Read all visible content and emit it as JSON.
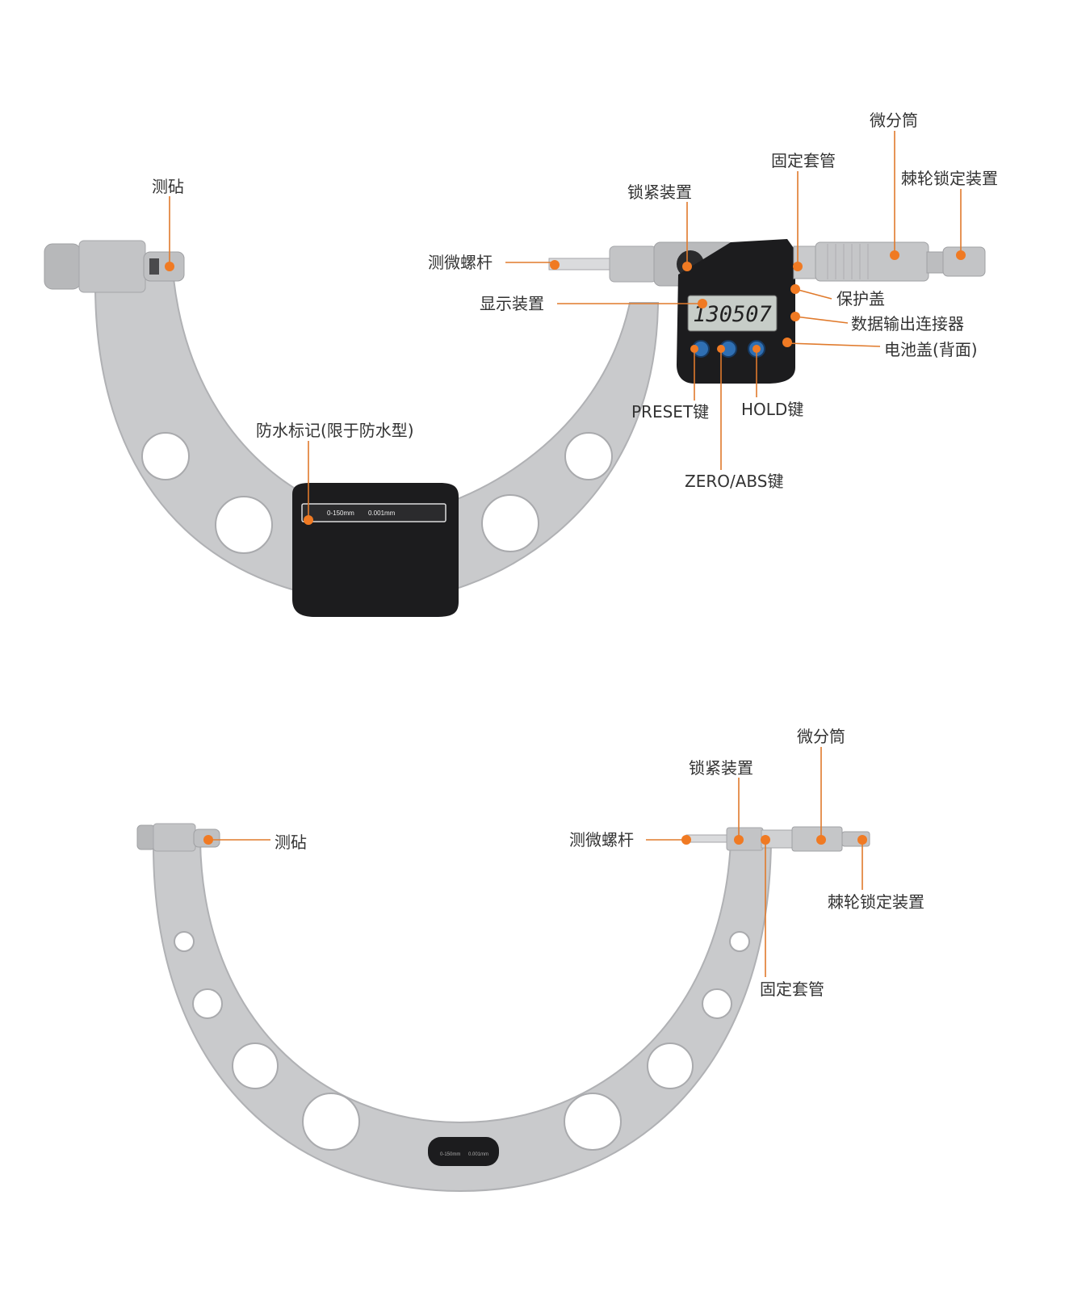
{
  "colors": {
    "leader": "#e07a2c",
    "dot": "#f07a23",
    "frame": "#c9cacc",
    "frame_edge": "#b0b1b4",
    "metal": "#bdbec0",
    "black": "#1c1c1e",
    "button": "#2f6fb3",
    "lcd": "#c7cdc8"
  },
  "top": {
    "display_reading": "130507",
    "plate_range": "0-150mm",
    "plate_resolution": "0.001mm",
    "labels": {
      "anvil": "测砧",
      "spindle": "测微螺杆",
      "lock": "锁紧装置",
      "sleeve": "固定套管",
      "thimble": "微分筒",
      "ratchet": "棘轮锁定装置",
      "display": "显示装置",
      "cover": "保护盖",
      "data_port": "数据输出连接器",
      "battery": "电池盖(背面)",
      "preset": "PRESET键",
      "hold": "HOLD键",
      "zero_abs": "ZERO/ABS键",
      "waterproof": "防水标记(限于防水型)"
    }
  },
  "bottom": {
    "labels": {
      "anvil": "测砧",
      "spindle": "测微螺杆",
      "lock": "锁紧装置",
      "thimble": "微分筒",
      "ratchet": "棘轮锁定装置",
      "sleeve": "固定套管"
    }
  }
}
